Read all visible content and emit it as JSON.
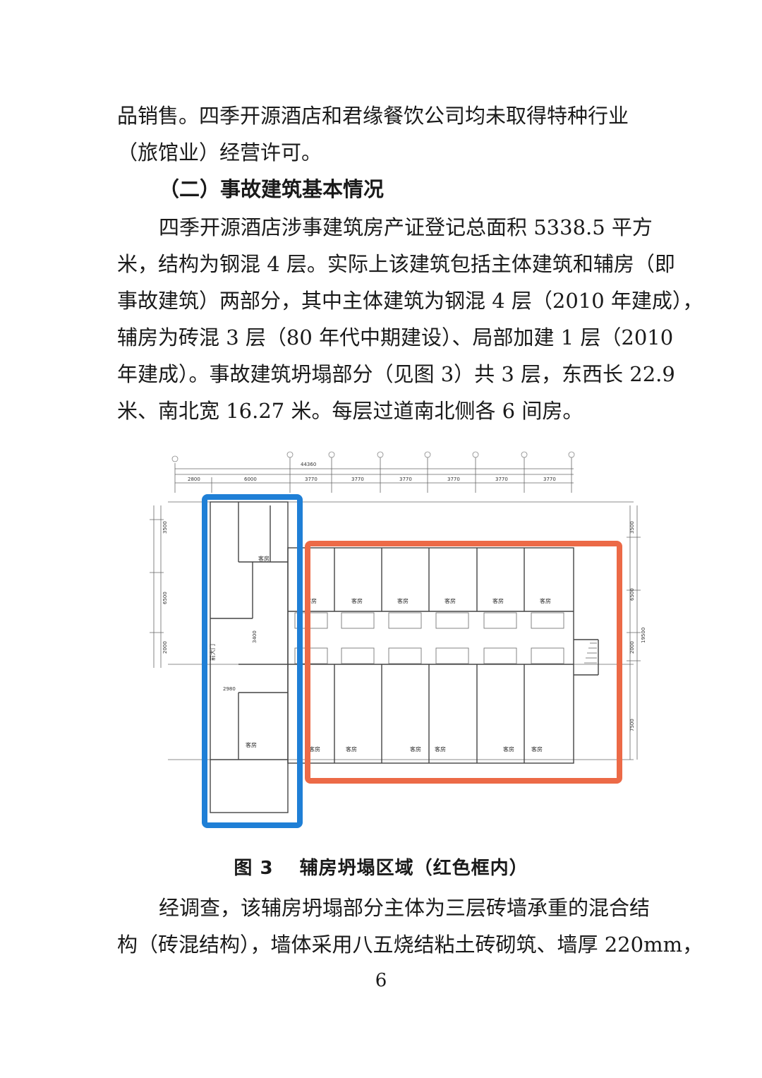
{
  "paragraphs": {
    "p1_line1": "品销售。四季开源酒店和君缘餐饮公司均未取得特种行业",
    "p1_line2": "（旅馆业）经营许可。",
    "heading": "（二）事故建筑基本情况",
    "p2_line1": "四季开源酒店涉事建筑房产证登记总面积 5338.5 平方",
    "p2_line2": "米，结构为钢混 4 层。实际上该建筑包括主体建筑和辅房（即",
    "p2_line3": "事故建筑）两部分，其中主体建筑为钢混 4 层（2010 年建成），",
    "p2_line4": "辅房为砖混 3 层（80 年代中期建设）、局部加建 1 层（2010",
    "p2_line5": "年建成）。事故建筑坍塌部分（见图 3）共 3 层，东西长 22.9",
    "p2_line6": "米、南北宽 16.27 米。每层过道南北侧各 6 间房。",
    "p3_line1": "经调查，该辅房坍塌部分主体为三层砖墙承重的混合结",
    "p3_line2": "构（砖混结构），墙体采用八五烧结粘土砖砌筑、墙厚 220mm，"
  },
  "figure": {
    "caption": "图 3　 辅房坍塌区域（红色框内）",
    "total_dimension": "44360",
    "top_dimensions": [
      "2800",
      "6000",
      "3770",
      "3770",
      "3770",
      "3770",
      "3770",
      "3770"
    ],
    "right_dimensions": [
      "3500",
      "6500",
      "2000",
      "7500"
    ],
    "right_total": "19500",
    "left_dimensions": [
      "3500",
      "6500",
      "2000"
    ],
    "inner_dimension_1": "3400",
    "inner_dimension_2": "2980",
    "room_label": "客房",
    "entrance_label": "前大门",
    "colors": {
      "blue_frame": "#1f7fd6",
      "red_frame": "#ec6a47",
      "lines": "#555555"
    }
  },
  "page_number": "6"
}
